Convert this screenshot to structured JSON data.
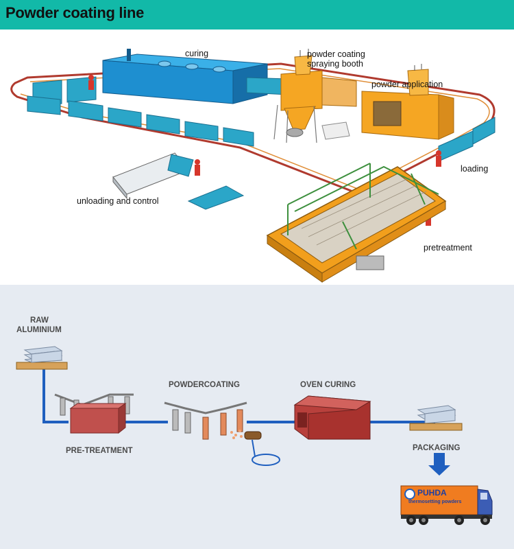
{
  "header": {
    "title": "Powder coating line"
  },
  "line_diagram": {
    "labels": {
      "curing": "curing",
      "spray_booth_1": "powder coating",
      "spray_booth_2": "spraying booth",
      "powder_application": "powder application",
      "loading": "loading",
      "unloading": "unloading and control",
      "pretreatment": "pretreatment"
    }
  },
  "flow_diagram": {
    "steps": {
      "raw_1": "RAW",
      "raw_2": "ALUMINIUM",
      "pretreatment": "PRE-TREATMENT",
      "powdercoating": "POWDERCOATING",
      "oven": "OVEN CURING",
      "packaging": "PACKAGING"
    },
    "truck": {
      "brand": "PUHDA",
      "tagline": "thermosetting powders"
    }
  },
  "colors": {
    "header": "#12b9a8",
    "conveyor": "#c0392b",
    "booth": "#f5a623",
    "panel": "#2ba6c8",
    "pipe": "#1f5fbf",
    "bottom_bg": "#e6ebf2"
  }
}
